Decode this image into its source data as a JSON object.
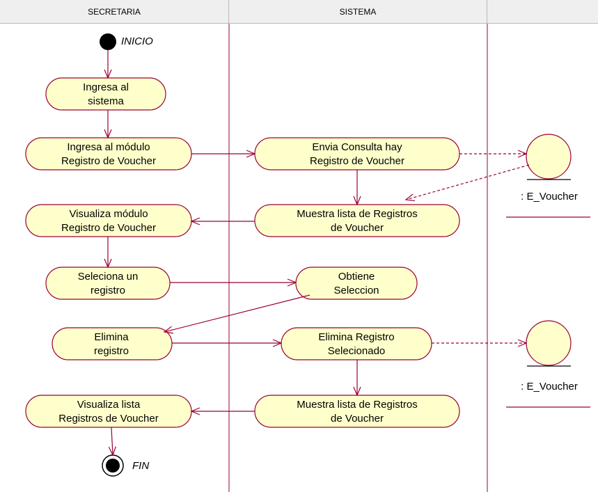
{
  "swimlanes": [
    {
      "label": "SECRETARIA"
    },
    {
      "label": "SISTEMA"
    },
    {
      "label": ""
    }
  ],
  "start": {
    "label": "INICIO"
  },
  "end": {
    "label": "FIN"
  },
  "activities": [
    {
      "id": "ingresa-sistema",
      "lines": [
        "Ingresa al",
        "sistema"
      ]
    },
    {
      "id": "ingresa-modulo",
      "lines": [
        "Ingresa al módulo",
        "Registro de Voucher"
      ]
    },
    {
      "id": "envia-consulta",
      "lines": [
        "Envia Consulta hay",
        "Registro de Voucher"
      ]
    },
    {
      "id": "visualiza-modulo",
      "lines": [
        "Visualiza módulo",
        "Registro de Voucher"
      ]
    },
    {
      "id": "muestra-lista-1",
      "lines": [
        "Muestra lista de Registros",
        "de Voucher"
      ]
    },
    {
      "id": "selecciona-registro",
      "lines": [
        "Seleciona un",
        "registro"
      ]
    },
    {
      "id": "obtiene-seleccion",
      "lines": [
        "Obtiene",
        "Seleccion"
      ]
    },
    {
      "id": "elimina-registro",
      "lines": [
        "Elimina",
        "registro"
      ]
    },
    {
      "id": "elimina-seleccionado",
      "lines": [
        "Elimina Registro",
        "Selecionado"
      ]
    },
    {
      "id": "visualiza-lista",
      "lines": [
        "Visualiza lista",
        "Registros de Voucher"
      ]
    },
    {
      "id": "muestra-lista-2",
      "lines": [
        "Muestra lista de Registros",
        "de Voucher"
      ]
    }
  ],
  "entities": [
    {
      "id": "e-voucher-1",
      "label": ": E_Voucher"
    },
    {
      "id": "e-voucher-2",
      "label": ": E_Voucher"
    }
  ],
  "colors": {
    "activity_fill": "#ffffcc",
    "stroke": "#990033",
    "lane_line": "#990033",
    "header_bg": "#efefef"
  }
}
